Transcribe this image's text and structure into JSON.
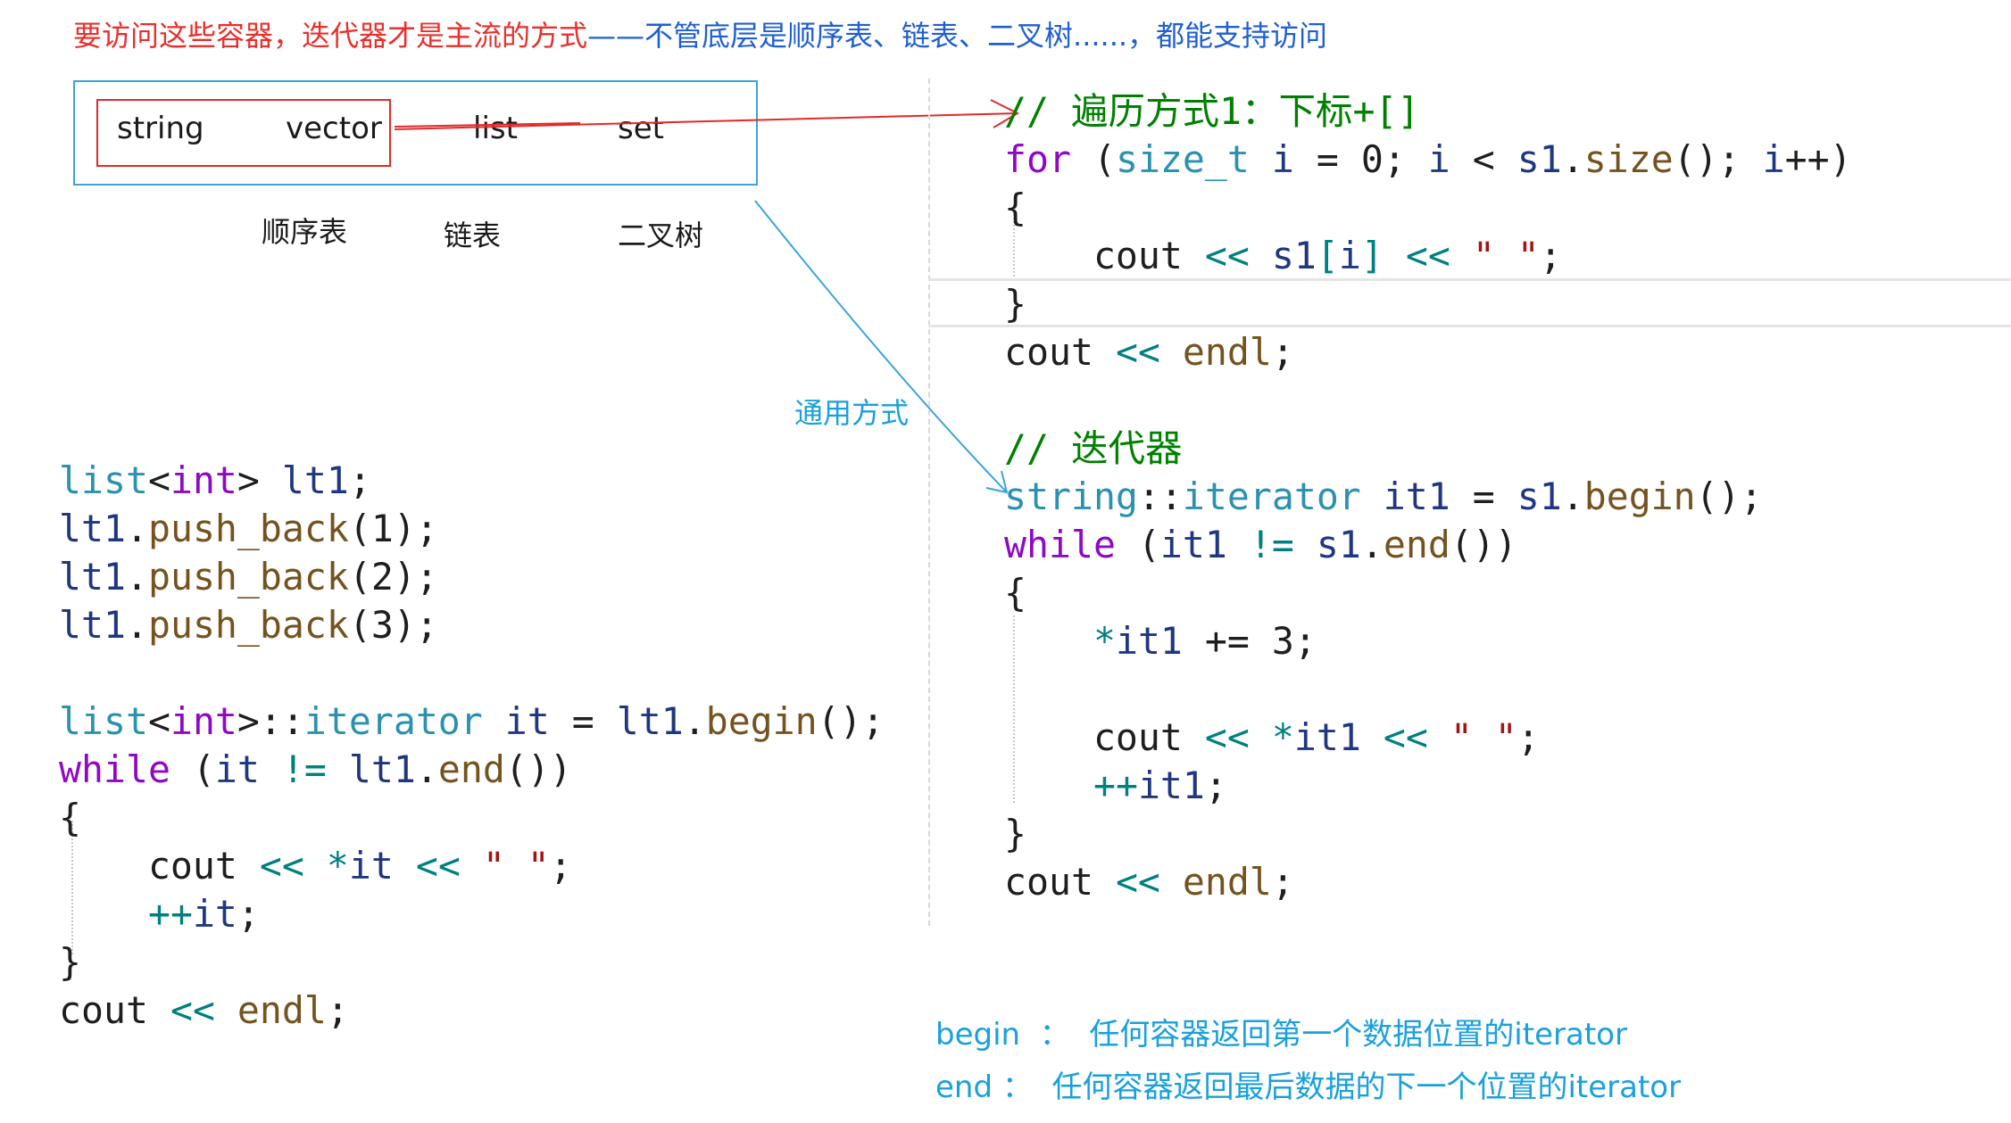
{
  "header": {
    "red_text": "要访问这些容器，迭代器才是主流的方式",
    "blue_text": "——不管底层是顺序表、链表、二叉树......，都能支持访问"
  },
  "containers": {
    "items": [
      "string",
      "vector",
      "list",
      "set"
    ],
    "categories": [
      "顺序表",
      "链表",
      "二叉树"
    ],
    "common_label": "通用方式"
  },
  "code_left": [
    "list<int> lt1;",
    "lt1.push_back(1);",
    "lt1.push_back(2);",
    "lt1.push_back(3);",
    "",
    "list<int>::iterator it = lt1.begin();",
    "while (it != lt1.end())",
    "{",
    "    cout << *it << \" \";",
    "    ++it;",
    "}",
    "cout << endl;"
  ],
  "code_right": [
    "// 遍历方式1：下标+[]",
    "for (size_t i = 0; i < s1.size(); i++)",
    "{",
    "    cout << s1[i] << \" \";",
    "}",
    "cout << endl;",
    "",
    "// 迭代器",
    "string::iterator it1 = s1.begin();",
    "while (it1 != s1.end())",
    "{",
    "    *it1 += 3;",
    "",
    "    cout << *it1 << \" \";",
    "    ++it1;",
    "}",
    "cout << endl;"
  ],
  "footer": {
    "begin_text": "begin  ：  任何容器返回第一个数据位置的iterator",
    "end_text": "end ：  任何容器返回最后数据的下一个位置的iterator"
  },
  "colors": {
    "keyword": "#8f08c4",
    "type": "#2b91af",
    "function": "#74531f",
    "comment": "#008000",
    "red_note": "#e8302c",
    "blue_note": "#1f5fd1",
    "cyan_note": "#1aa0dc"
  }
}
